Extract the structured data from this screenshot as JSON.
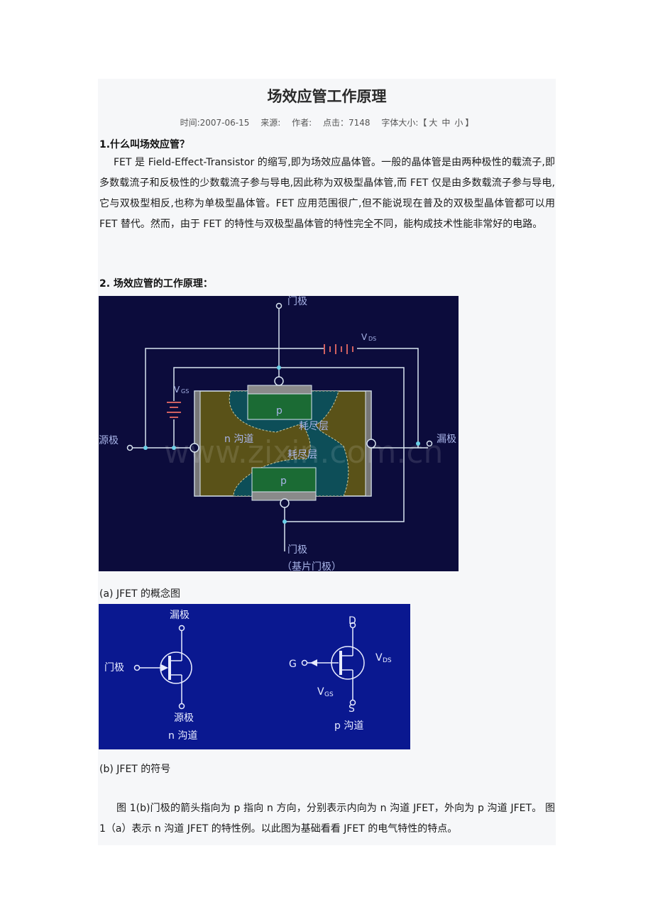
{
  "article": {
    "title": "场效应管工作原理",
    "meta": {
      "time": "时间:2007-06-15",
      "source": "来源:",
      "author": "作者:",
      "clicks": "点击：7148",
      "fontsize_label": "字体大小:【",
      "size_large": "大",
      "size_medium": "中",
      "size_small": "小",
      "fontsize_end": "】"
    },
    "section1": {
      "heading": "1.什么叫场效应管？",
      "body": "FET 是 Field-Effect-Transistor 的缩写,即为场效应晶体管。一般的晶体管是由两种极性的载流子,即多数载流子和反极性的少数载流子参与导电,因此称为双极型晶体管,而 FET 仅是由多数载流子参与导电,它与双极型相反,也称为单极型晶体管。FET 应用范围很广,但不能说现在普及的双极型晶体管都可以用 FET 替代。然而，由于 FET 的特性与双极型晶体管的特性完全不同，能构成技术性能非常好的电路。"
    },
    "section2": {
      "heading": "2. 场效应管的工作原理："
    },
    "figure_a": {
      "caption": "(a) JFET 的概念图",
      "labels": {
        "gate_top": "门极",
        "vds_v": "V",
        "vds_sub": "DS",
        "vgs_v": "V",
        "vgs_sub": "GS",
        "source": "源极",
        "drain": "漏极",
        "channel": "n 沟道",
        "depletion_top": "耗尽层",
        "depletion_bottom": "耗尽层",
        "p_top": "p",
        "p_bottom": "p",
        "gate_bottom": "门极",
        "gate_bottom_note": "（基片门极）",
        "watermark": "www.zixin.com.cn"
      }
    },
    "figure_b": {
      "caption": "(b) JFET 的符号",
      "labels": {
        "n_drain": "漏极",
        "n_gate": "门极",
        "n_source": "源极",
        "n_name": "n 沟道",
        "p_d": "D",
        "p_g": "G",
        "p_s": "S",
        "p_vds_v": "V",
        "p_vds_sub": "DS",
        "p_vgs_v": "V",
        "p_vgs_sub": "GS",
        "p_name": "p 沟道"
      }
    },
    "closing": "图 1(b)门极的箭头指向为 p 指向 n 方向，分别表示内向为 n 沟道 JFET，外向为 p 沟道 JFET。 图 1（a）表示 n 沟道 JFET 的特性例。以此图为基础看看 JFET 的电气特性的特点。"
  },
  "colors": {
    "fig_a_bg": "#0c0c3c",
    "fig_b_bg": "#0a1890",
    "line": "#d8e4f0",
    "channel_olive": "#5a5218",
    "depletion_teal": "#0d4e58",
    "p_green": "#1b6b34"
  }
}
